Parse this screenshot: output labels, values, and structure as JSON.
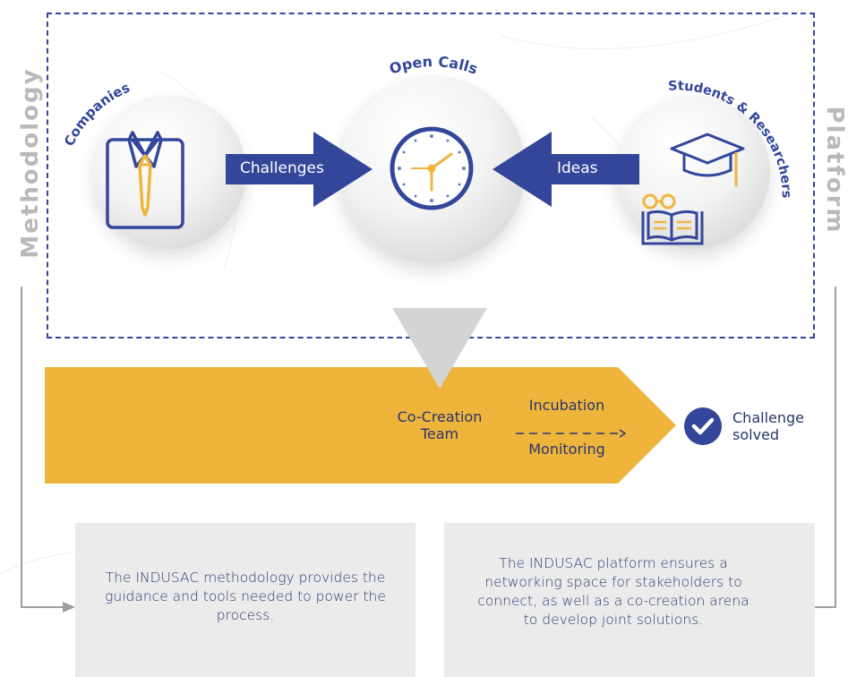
{
  "side_labels": {
    "left": "Methodology",
    "right": "Platform"
  },
  "actors": {
    "companies": "Companies",
    "open_calls": "Open Calls",
    "students": "Students & Researchers"
  },
  "arrows": {
    "challenges": "Challenges",
    "ideas": "Ideas"
  },
  "process": {
    "team": "Co-Creation Team",
    "incubation": "Incubation",
    "monitoring": "Monitoring",
    "result": "Challenge solved"
  },
  "boxes": {
    "methodology": "The INDUSAC methodology provides the guidance and tools needed to power the process.",
    "platform": "The INDUSAC platform ensures a networking space for stakeholders to connect, as well as a co-creation arena to develop joint solutions."
  },
  "icons": {
    "companies": "shirt-tie-icon",
    "open_calls": "clock-icon",
    "students": "graduation-book-icon",
    "result": "checkmark-icon"
  },
  "colors": {
    "navy": "#33469a",
    "yellow": "#efb43c",
    "gray_label": "#b9b9b9",
    "box_bg": "#ebebeb"
  }
}
